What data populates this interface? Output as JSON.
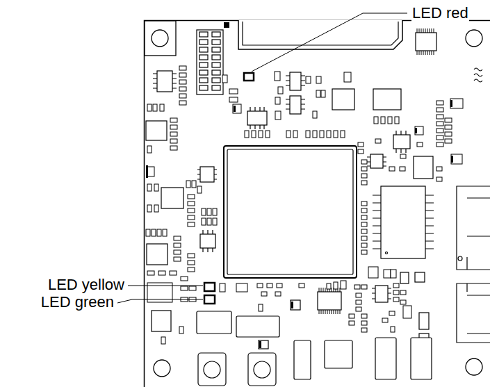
{
  "diagram": {
    "labels": [
      "LED red",
      "LED yellow",
      "LED green"
    ]
  }
}
